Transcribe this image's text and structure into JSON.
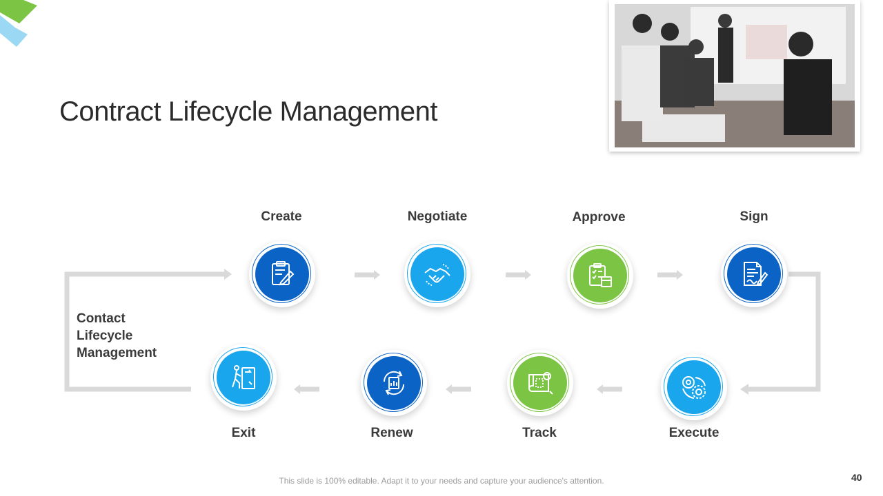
{
  "slide": {
    "title": "Contract Lifecycle Management",
    "center_label": "Contact\nLifecycle\nManagement",
    "footer": "This slide is 100% editable. Adapt it to your needs and capture your audience's attention.",
    "page_number": "40"
  },
  "steps": [
    {
      "label": "Create",
      "icon": "clipboard-edit-icon",
      "color": "#0b63c5"
    },
    {
      "label": "Negotiate",
      "icon": "handshake-icon",
      "color": "#1aa6ec"
    },
    {
      "label": "Approve",
      "icon": "approval-checklist-icon",
      "color": "#7cc443"
    },
    {
      "label": "Sign",
      "icon": "sign-document-icon",
      "color": "#0b63c5"
    },
    {
      "label": "Execute",
      "icon": "gears-icon",
      "color": "#1aa6ec"
    },
    {
      "label": "Track",
      "icon": "blueprint-icon",
      "color": "#7cc443"
    },
    {
      "label": "Renew",
      "icon": "renew-cycle-icon",
      "color": "#0b63c5"
    },
    {
      "label": "Exit",
      "icon": "exit-person-icon",
      "color": "#1aa6ec"
    }
  ],
  "colors": {
    "dark_blue": "#0b63c5",
    "light_blue": "#1aa6ec",
    "green": "#7cc443",
    "connector_gray": "#d9d9d9"
  }
}
